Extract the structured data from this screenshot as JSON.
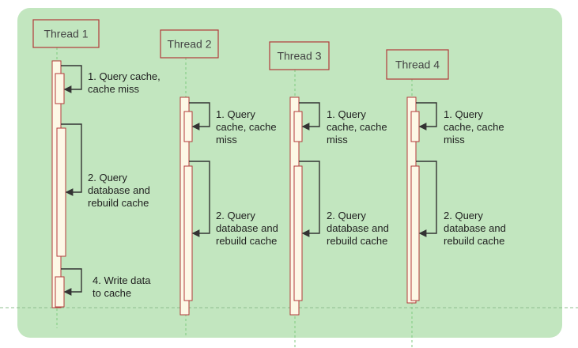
{
  "diagram": {
    "colors": {
      "panel_bg": "#c2e6bf",
      "thread_box_border": "#b23a3a",
      "activation_fill": "#fdf8e6",
      "lifeline": "#7fc97f",
      "arrow": "#333333"
    },
    "threads": [
      {
        "title": "Thread 1",
        "steps": [
          {
            "lines": [
              "1. Query cache,",
              "cache miss"
            ]
          },
          {
            "lines": [
              "2. Query",
              "database and",
              "rebuild cache"
            ]
          },
          {
            "lines": [
              "4. Write data",
              "to cache"
            ]
          }
        ]
      },
      {
        "title": "Thread 2",
        "steps": [
          {
            "lines": [
              "1. Query",
              "cache, cache",
              "miss"
            ]
          },
          {
            "lines": [
              "2. Query",
              "database and",
              "rebuild cache"
            ]
          }
        ]
      },
      {
        "title": "Thread 3",
        "steps": [
          {
            "lines": [
              "1. Query",
              "cache, cache",
              "miss"
            ]
          },
          {
            "lines": [
              "2. Query",
              "database and",
              "rebuild cache"
            ]
          }
        ]
      },
      {
        "title": "Thread 4",
        "steps": [
          {
            "lines": [
              "1. Query",
              "cache, cache",
              "miss"
            ]
          },
          {
            "lines": [
              "2. Query",
              "database and",
              "rebuild cache"
            ]
          }
        ]
      }
    ]
  }
}
